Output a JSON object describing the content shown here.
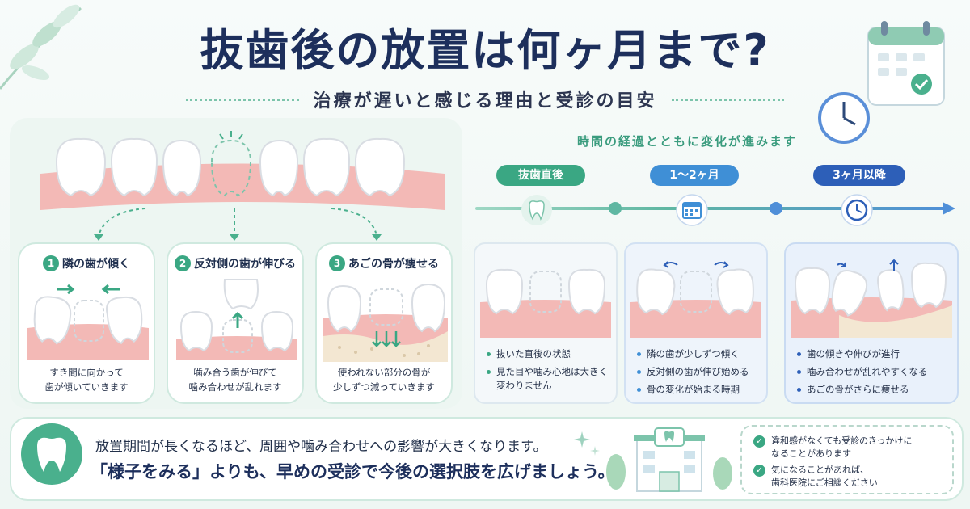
{
  "header": {
    "title": "抜歯後の放置は何ヶ月まで?",
    "subtitle": "治療が遅いと感じる理由と受診の目安"
  },
  "left_steps": [
    {
      "num": "1",
      "title": "隣の歯が傾く",
      "desc_line1": "すき間に向かって",
      "desc_line2": "歯が傾いていきます"
    },
    {
      "num": "2",
      "title": "反対側の歯が伸びる",
      "desc_line1": "噛み合う歯が伸びて",
      "desc_line2": "噛み合わせが乱れます"
    },
    {
      "num": "3",
      "title": "あごの骨が痩せる",
      "desc_line1": "使われない部分の骨が",
      "desc_line2": "少しずつ減っていきます"
    }
  ],
  "timeline": {
    "heading": "時間の経過とともに変化が進みます",
    "phases": [
      {
        "label": "抜歯直後",
        "color": "#3aa783",
        "bullets": [
          "抜いた直後の状態",
          "見た目や噛み心地は大きく変わりません"
        ]
      },
      {
        "label": "1〜2ヶ月",
        "color": "#3f8fd6",
        "bullets": [
          "隣の歯が少しずつ傾く",
          "反対側の歯が伸び始める",
          "骨の変化が始まる時期"
        ]
      },
      {
        "label": "3ヶ月以降",
        "color": "#2d5fb8",
        "bullets": [
          "歯の傾きや伸びが進行",
          "噛み合わせが乱れやすくなる",
          "あごの骨がさらに痩せる"
        ]
      }
    ]
  },
  "bottom": {
    "line1": "放置期間が長くなるほど、周囲や噛み合わせへの影響が大きくなります。",
    "line2": "「様子をみる」よりも、早めの受診で今後の選択肢を広げましょう。",
    "notes": [
      {
        "line1": "違和感がなくても受診のきっかけに",
        "line2": "なることがあります"
      },
      {
        "line1": "気になることがあれば、",
        "line2": "歯科医院にご相談ください"
      }
    ]
  },
  "colors": {
    "accent_green": "#3aa783",
    "accent_blue": "#3f8fd6",
    "title_navy": "#1d2f5c",
    "gum_pink": "#f2b7b4"
  },
  "icons": [
    "leaf-icon",
    "calendar-icon",
    "clock-icon",
    "tooth-icon",
    "clinic-building-icon",
    "check-icon",
    "sparkle-icon"
  ]
}
